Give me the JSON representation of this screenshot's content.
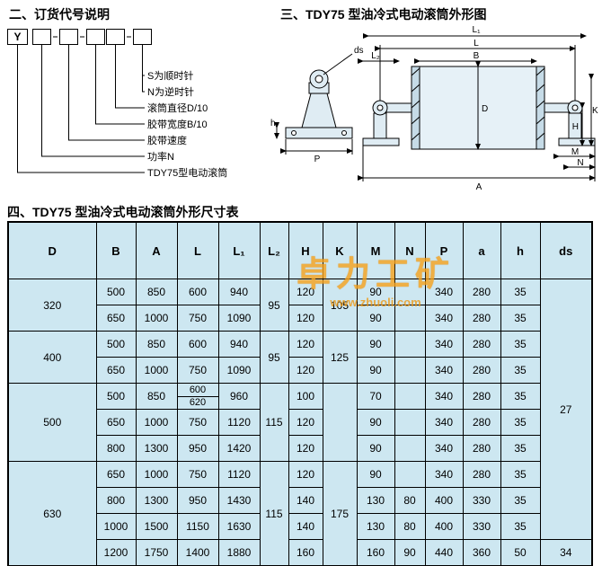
{
  "sections": {
    "s2_title": "二、订货代号说明",
    "s3_title": "三、TDY75 型油冷式电动滚筒外形图",
    "s4_title": "四、TDY75 型油冷式电动滚筒外形尺寸表"
  },
  "code_diagram": {
    "first_box": "Y",
    "labels": [
      "S为顺时针",
      "N为逆时针",
      "滚筒直径D/10",
      "胶带宽度B/10",
      "胶带速度",
      "功率N",
      "TDY75型电动滚筒"
    ]
  },
  "drawing": {
    "dims": {
      "L1": "L₁",
      "L": "L",
      "B": "B",
      "L2": "L₂",
      "ds": "ds",
      "D": "D",
      "A": "A",
      "H": "H",
      "K": "K",
      "M": "M",
      "N": "N",
      "h": "h",
      "P": "P"
    }
  },
  "watermark": {
    "brand": "卓力工矿",
    "url": "www.zhuoli.com"
  },
  "table": {
    "headers": {
      "D": "D",
      "B": "B",
      "A": "A",
      "L": "L",
      "L1": "L₁",
      "L2": "L₂",
      "H": "H",
      "K": "K",
      "M": "M",
      "N": "N",
      "P": "P",
      "a": "a",
      "h": "h",
      "ds": "ds"
    },
    "r0": {
      "D": "320",
      "B": "500",
      "A": "850",
      "L": "600",
      "L1": "940",
      "L2": "95",
      "H": "120",
      "K": "105",
      "M": "90",
      "N": "",
      "P": "340",
      "a": "280",
      "h": "35",
      "ds": "27"
    },
    "r1": {
      "B": "650",
      "A": "1000",
      "L": "750",
      "L1": "1090",
      "H": "120",
      "M": "90",
      "N": "",
      "P": "340",
      "a": "280",
      "h": "35"
    },
    "r2": {
      "D": "400",
      "B": "500",
      "A": "850",
      "L": "600",
      "L1": "940",
      "L2": "95",
      "H": "120",
      "K": "125",
      "M": "90",
      "N": "",
      "P": "340",
      "a": "280",
      "h": "35"
    },
    "r3": {
      "B": "650",
      "A": "1000",
      "L": "750",
      "L1": "1090",
      "H": "120",
      "M": "90",
      "N": "",
      "P": "340",
      "a": "280",
      "h": "35"
    },
    "r4": {
      "D": "500",
      "B": "500",
      "A": "850",
      "L_top": "600",
      "L_bottom": "620",
      "L1": "960",
      "L2": "115",
      "H": "100",
      "K": "",
      "M": "70",
      "N": "",
      "P": "340",
      "a": "280",
      "h": "35"
    },
    "r5": {
      "B": "650",
      "A": "1000",
      "L": "750",
      "L1": "1120",
      "H": "120",
      "M": "90",
      "N": "",
      "P": "340",
      "a": "280",
      "h": "35"
    },
    "r6": {
      "B": "800",
      "A": "1300",
      "L": "950",
      "L1": "1420",
      "H": "120",
      "M": "90",
      "N": "",
      "P": "340",
      "a": "280",
      "h": "35"
    },
    "r7": {
      "D": "630",
      "B": "650",
      "A": "1000",
      "L": "750",
      "L1": "1120",
      "L2": "115",
      "H": "120",
      "K": "175",
      "M": "90",
      "N": "",
      "P": "340",
      "a": "280",
      "h": "35"
    },
    "r8": {
      "B": "800",
      "A": "1300",
      "L": "950",
      "L1": "1430",
      "H": "140",
      "M": "130",
      "N": "80",
      "P": "400",
      "a": "330",
      "h": "35"
    },
    "r9": {
      "B": "1000",
      "A": "1500",
      "L": "1150",
      "L1": "1630",
      "H": "140",
      "M": "130",
      "N": "80",
      "P": "400",
      "a": "330",
      "h": "35"
    },
    "r10": {
      "B": "1200",
      "A": "1750",
      "L": "1400",
      "L1": "1880",
      "H": "160",
      "M": "160",
      "N": "90",
      "P": "440",
      "a": "360",
      "h": "50",
      "ds": "34"
    }
  }
}
